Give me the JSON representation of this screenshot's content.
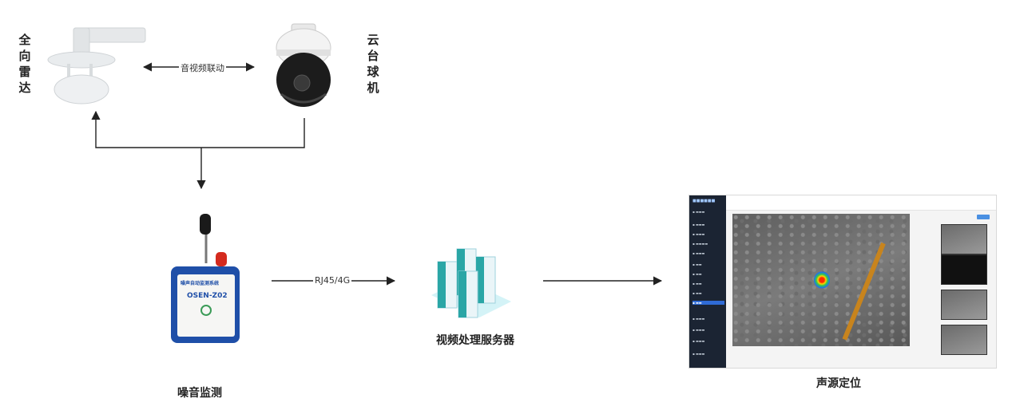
{
  "labels": {
    "radar": "全向雷达",
    "dome_camera": "云台球机",
    "audio_video_link": "音视频联动",
    "noise_monitoring": "噪音监测",
    "rj45": "RJ45/4G",
    "video_server": "视频处理服务器",
    "sound_localization": "声源定位",
    "device_model": "OSEN-Z02",
    "device_title": "噪声自动监测系统"
  },
  "colors": {
    "line": "#222222",
    "server_teal": "#2aa6a6",
    "device_blue": "#1f4fa8"
  }
}
